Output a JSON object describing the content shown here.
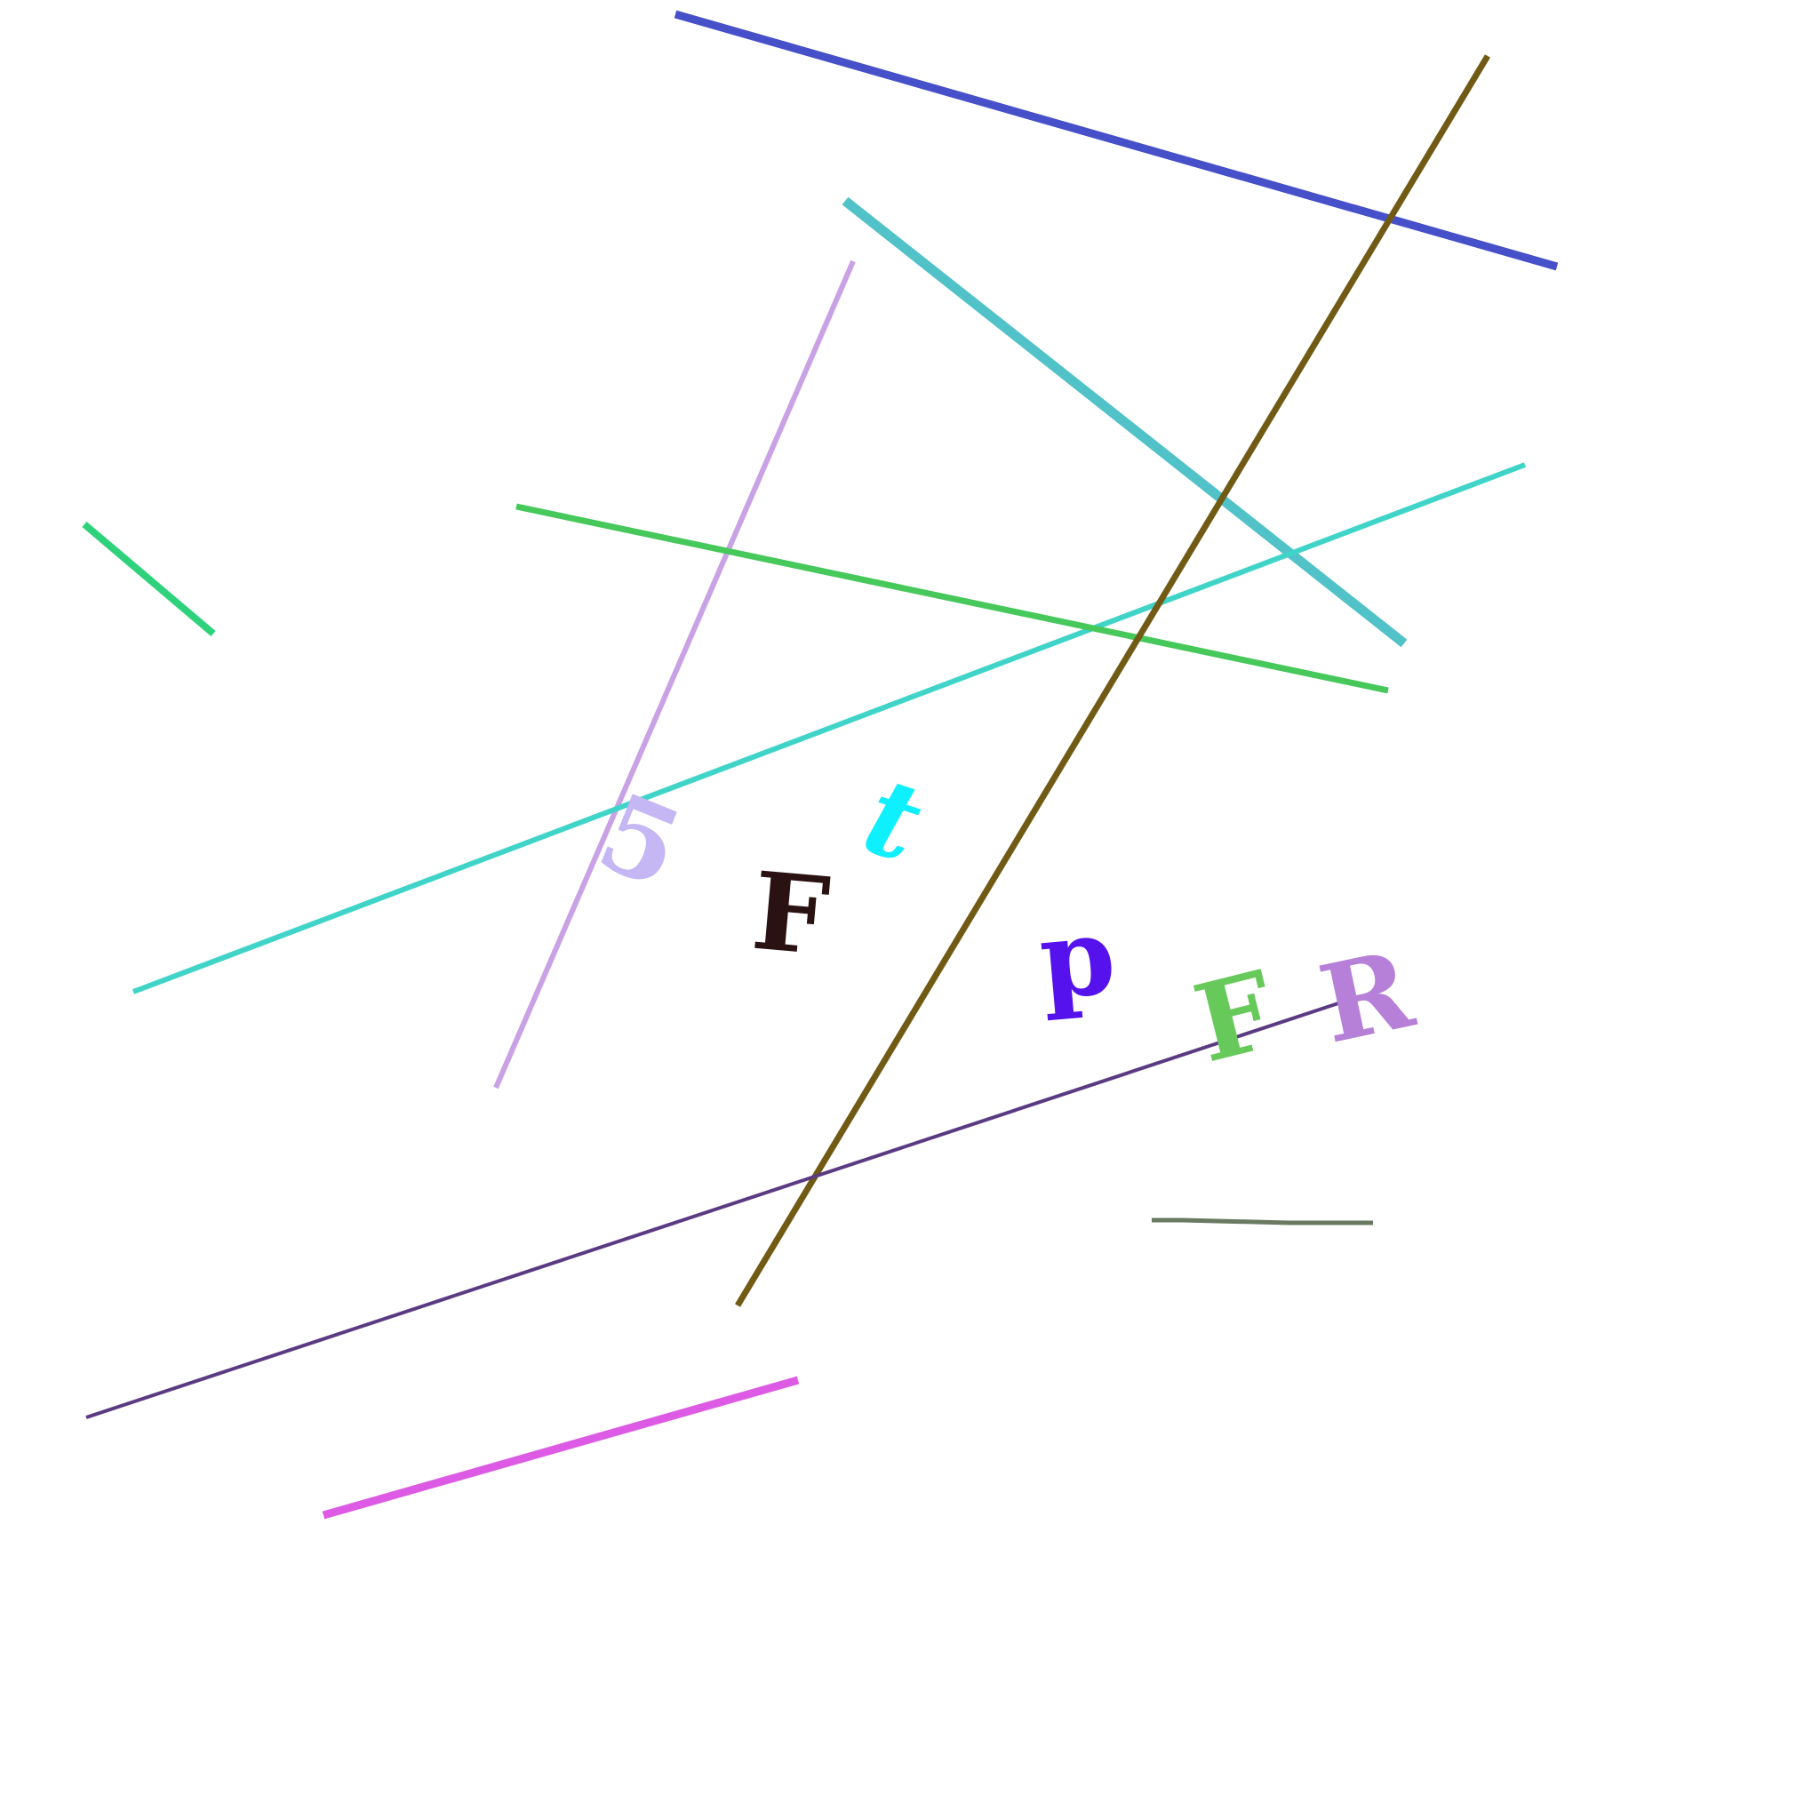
{
  "glyphs": {
    "five": {
      "text": "5",
      "color": "#c5b6f4"
    },
    "t": {
      "text": "t",
      "color": "#0ff0ff"
    },
    "f_black": {
      "text": "F",
      "color": "#2a1212"
    },
    "p": {
      "text": "p",
      "color": "#5512ec"
    },
    "f_green": {
      "text": "F",
      "color": "#68c95b"
    },
    "r": {
      "text": "R",
      "color": "#b680d8"
    }
  },
  "line_colors": {
    "blue": "#4650c8",
    "olive": "#705a14",
    "teal_thick": "#50c2c8",
    "lavender": "#c8a2e4",
    "turquoise": "#40d4c8",
    "green": "#46c85a",
    "small_green": "#2ed27a",
    "purple": "#5a3a82",
    "gray": "#6a7a60",
    "magenta": "#dc5ae4"
  }
}
